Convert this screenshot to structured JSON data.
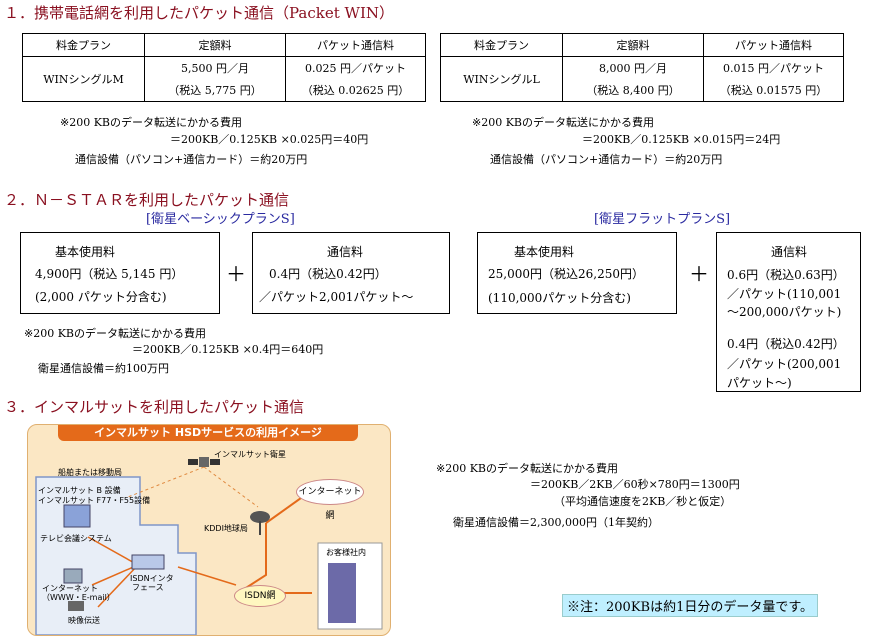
{
  "section1": {
    "title": "１．携帯電話網を利用したパケット通信（Packet WIN）",
    "headers": [
      "料金プラン",
      "定額料",
      "パケット通信料"
    ],
    "table_left": {
      "plan": "WINシングルM",
      "fee_line1": "5,500 円／月",
      "fee_line2": "（税込 5,775 円）",
      "packet_line1": "0.025 円／パケット",
      "packet_line2": "（税込 0.02625 円）"
    },
    "table_right": {
      "plan": "WINシングルL",
      "fee_line1": "8,000 円／月",
      "fee_line2": "（税込 8,400 円）",
      "packet_line1": "0.015 円／パケット",
      "packet_line2": "（税込 0.01575 円）"
    },
    "note_left": {
      "line1": "※200 KBのデータ転送にかかる費用",
      "line2": "＝200KB／0.125KB ×0.025円＝40円",
      "line3": "通信設備（パソコン+通信カード）＝約20万円"
    },
    "note_right": {
      "line1": "※200 KBのデータ転送にかかる費用",
      "line2": "＝200KB／0.125KB ×0.015円＝24円",
      "line3": "通信設備（パソコン+通信カード）＝約20万円"
    }
  },
  "section2": {
    "title": "２．Ｎ－ＳＴＡＲを利用したパケット通信",
    "plan_basic": "[衛星ベーシックプランS]",
    "plan_flat": "[衛星フラットプランS]",
    "basic_box1": {
      "l1": "基本使用料",
      "l2": "4,900円（税込 5,145 円）",
      "l3": "(2,000 パケット分含む)"
    },
    "basic_box2": {
      "l1": "通信料",
      "l2": "0.4円（税込0.42円）",
      "l3": "／パケット2,001パケット～"
    },
    "flat_box1": {
      "l1": "基本使用料",
      "l2": "25,000円（税込26,250円）",
      "l3": "(110,000パケット分含む)"
    },
    "flat_box2": {
      "l1": "通信料",
      "l2": "0.6円（税込0.63円）",
      "l3": "／パケット(110,001",
      "l4": "～200,000パケット)",
      "l5": "0.4円（税込0.42円）",
      "l6": "／パケット(200,001",
      "l7": "パケット～)"
    },
    "plus": "＋",
    "note": {
      "line1": "※200 KBのデータ転送にかかる費用",
      "line2": "＝200KB／0.125KB ×0.4円＝640円",
      "line3": "衛星通信設備＝約100万円"
    }
  },
  "section3": {
    "title": "３．インマルサットを利用したパケット通信",
    "illustration": {
      "heading": "インマルサット HSDサービスの利用イメージ",
      "satellite": "インマルサット衛星",
      "ship": "船舶または移動局",
      "equip1": "インマルサット B 設備",
      "equip2": "インマルサット F77・F55設備",
      "tv": "テレビ会議システム",
      "internet1": "インターネット",
      "internet2": "（WWW・E-mail）",
      "video": "映像伝送",
      "isdn_if1": "ISDNインタ",
      "isdn_if2": "フェース",
      "kddi": "KDDI地球局",
      "internet_net": "インターネット網",
      "customer": "お客様社内",
      "isdn_net": "ISDN網"
    },
    "note": {
      "line1": "※200 KBのデータ転送にかかる費用",
      "line2": "＝200KB／2KB／60秒×780円＝1300円",
      "line3": "（平均通信速度を2KB／秒と仮定）",
      "line4": "衛星通信設備＝2,300,000円（1年契約）"
    },
    "notice": "※注：200KBは約1日分のデータ量です。"
  }
}
